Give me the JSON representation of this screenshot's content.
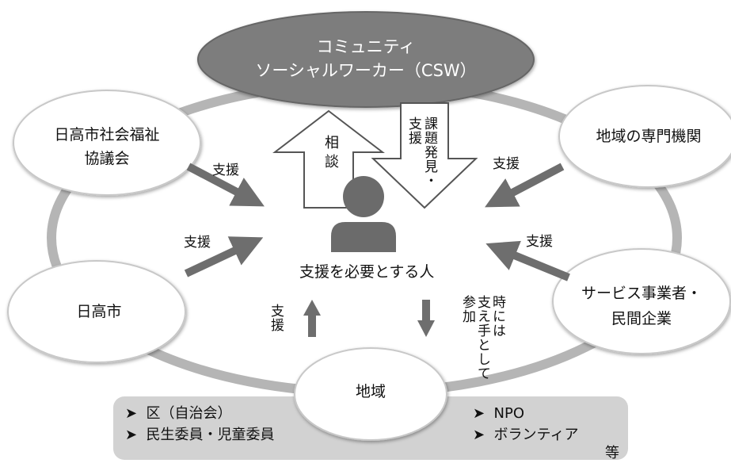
{
  "csw": {
    "line1": "コミュニティ",
    "line2": "ソーシャルワーカー（CSW）"
  },
  "nodes": {
    "council": {
      "line1": "日高市社会福祉",
      "line2": "協議会"
    },
    "city": "日高市",
    "specialists": "地域の専門機関",
    "business": {
      "line1": "サービス事業者・",
      "line2": "民間企業"
    },
    "community": "地域"
  },
  "person": {
    "label": "支援を必要とする人"
  },
  "arrow_labels": {
    "consult": "相談",
    "discover_1": "課題発見・",
    "discover_2": "支援",
    "support_council": "支援",
    "support_city": "支援",
    "support_specialists": "支援",
    "support_business": "支援",
    "support_community": "支援",
    "community_reply_1": "時には",
    "community_reply_2": "支え手として",
    "community_reply_3": "参加"
  },
  "community_members": {
    "left": [
      "区（自治会）",
      "民生委員・児童委員"
    ],
    "right": [
      "NPO",
      "ボランティア"
    ],
    "etc": "等"
  },
  "colors": {
    "ellipse_dark": "#7d7d7d",
    "ring": "#b5b5b5",
    "arrow": "#6e6e6e",
    "panel": "#d2d2d2"
  }
}
